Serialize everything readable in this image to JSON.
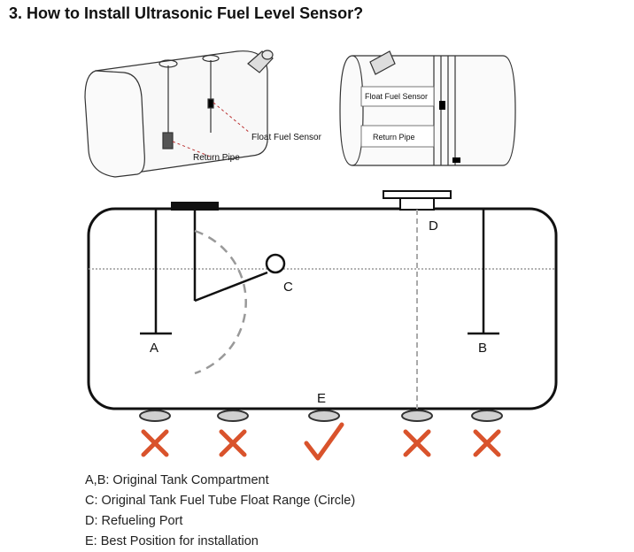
{
  "title": "3.  How to Install Ultrasonic Fuel Level Sensor?",
  "illustration_left": {
    "float_sensor_label": "Float Fuel Sensor",
    "return_pipe_label": "Return Pipe"
  },
  "illustration_right": {
    "float_sensor_label": "Float Fuel Sensor",
    "return_pipe_label": "Return Pipe"
  },
  "diagram": {
    "label_a": "A",
    "label_b": "B",
    "label_c": "C",
    "label_d": "D",
    "label_e": "E",
    "positions": [
      {
        "mark": "cross",
        "color": "#d9532c"
      },
      {
        "mark": "cross",
        "color": "#d9532c"
      },
      {
        "mark": "check",
        "color": "#d9532c"
      },
      {
        "mark": "cross",
        "color": "#d9532c"
      },
      {
        "mark": "cross",
        "color": "#d9532c"
      }
    ]
  },
  "legend": {
    "line_ab": "A,B: Original Tank Compartment",
    "line_c": "C: Original Tank Fuel Tube Float Range (Circle)",
    "line_d": "D: Refueling Port",
    "line_e": "E: Best Position for installation"
  }
}
